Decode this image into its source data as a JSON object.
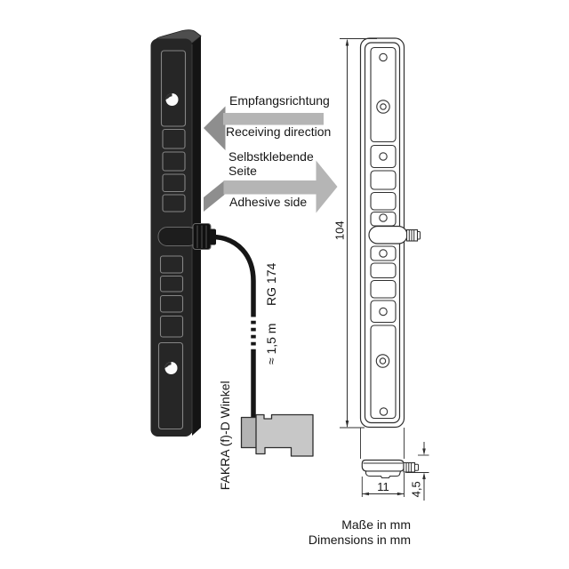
{
  "diagram": {
    "kind": "automotive film antenna technical drawing",
    "labels": {
      "receiving_de": "Empfangsrichtung",
      "receiving_en": "Receiving direction",
      "adhesive_de": "Selbstklebende Seite",
      "adhesive_en": "Adhesive side",
      "connector": "FAKRA (f)-D Winkel",
      "cable_length": "≈ 1,5 m",
      "cable_type": "RG 174"
    },
    "dimensions": {
      "height_mm": "104",
      "width_mm": "11",
      "depth_mm": "4,5"
    },
    "footer": {
      "de": "Maße in mm",
      "en": "Dimensions in mm"
    },
    "colors": {
      "arrow_light": "#b5b5b5",
      "arrow_dark": "#8e8e8e",
      "antenna_body": "#262626",
      "connector_fill": "#c7c7c7",
      "drawing_line": "#2f2f2f"
    }
  }
}
